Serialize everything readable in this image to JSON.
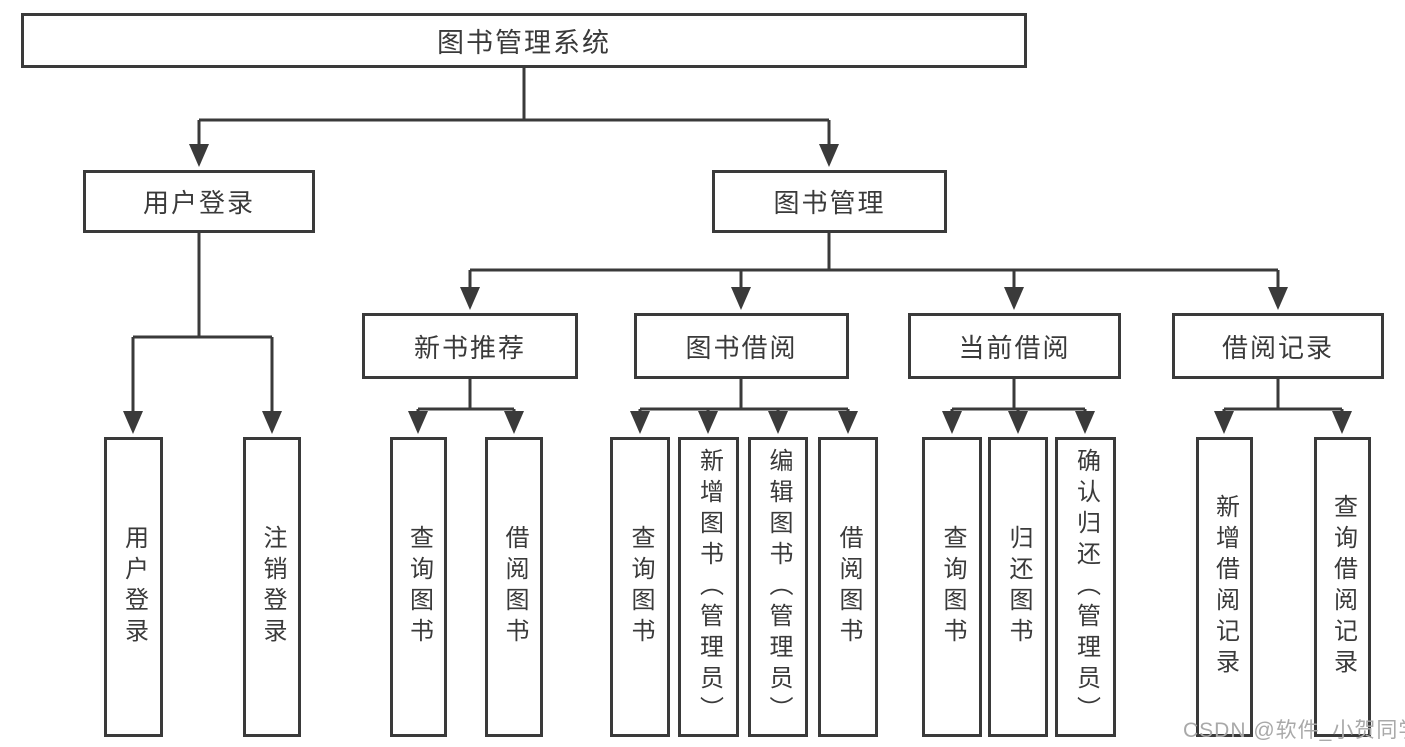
{
  "diagram": {
    "type": "hierarchy-tree",
    "root": {
      "label": "图书管理系统",
      "children": [
        {
          "label": "用户登录",
          "children": [
            {
              "label": "用户登录"
            },
            {
              "label": "注销登录"
            }
          ]
        },
        {
          "label": "图书管理",
          "children": [
            {
              "label": "新书推荐",
              "children": [
                {
                  "label": "查询图书"
                },
                {
                  "label": "借阅图书"
                }
              ]
            },
            {
              "label": "图书借阅",
              "children": [
                {
                  "label": "查询图书"
                },
                {
                  "label": "新增图书（管理员）"
                },
                {
                  "label": "编辑图书（管理员）"
                },
                {
                  "label": "借阅图书"
                }
              ]
            },
            {
              "label": "当前借阅",
              "children": [
                {
                  "label": "查询图书"
                },
                {
                  "label": "归还图书"
                },
                {
                  "label": "确认归还（管理员）"
                }
              ]
            },
            {
              "label": "借阅记录",
              "children": [
                {
                  "label": "新增借阅记录"
                },
                {
                  "label": "查询借阅记录"
                }
              ]
            }
          ]
        }
      ]
    }
  },
  "watermark": {
    "text": "CSDN @软件_小贺同学"
  },
  "colors": {
    "line": "#3a3a3a",
    "box_border": "#3a3a3a",
    "text": "#3a3a3a",
    "background": "#ffffff",
    "watermark": "#a9a9a9"
  }
}
